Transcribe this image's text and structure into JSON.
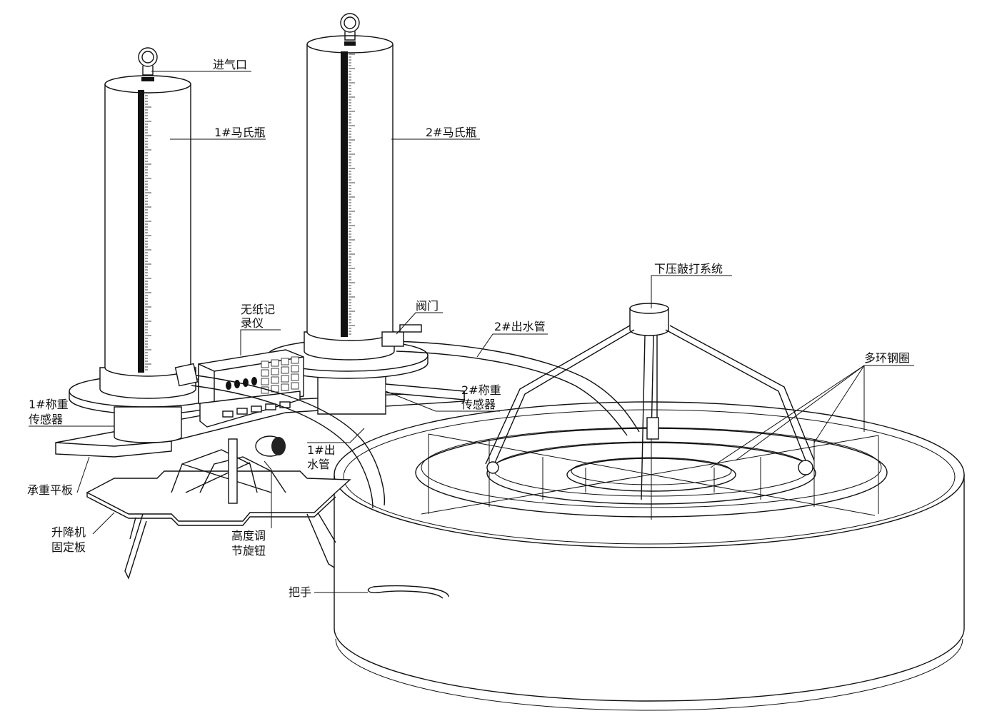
{
  "labels": {
    "inlet": "进气口",
    "bottle1": "1#马氏瓶",
    "bottle2": "2#马氏瓶",
    "press_system": "下压敲打系统",
    "recorder_line1": "无纸记",
    "recorder_line2": "录仪",
    "valve": "阀门",
    "outlet2": "2#出水管",
    "rings": "多环钢圈",
    "sensor1_line1": "1#称重",
    "sensor1_line2": "传感器",
    "sensor2_line1": "2#称重",
    "sensor2_line2": "传感器",
    "outlet1_line1": "1#出",
    "outlet1_line2": "水管",
    "bearing_plate": "承重平板",
    "lift_plate_line1": "升降机",
    "lift_plate_line2": "固定板",
    "knob_line1": "高度调",
    "knob_line2": "节旋钮",
    "handle": "把手"
  }
}
